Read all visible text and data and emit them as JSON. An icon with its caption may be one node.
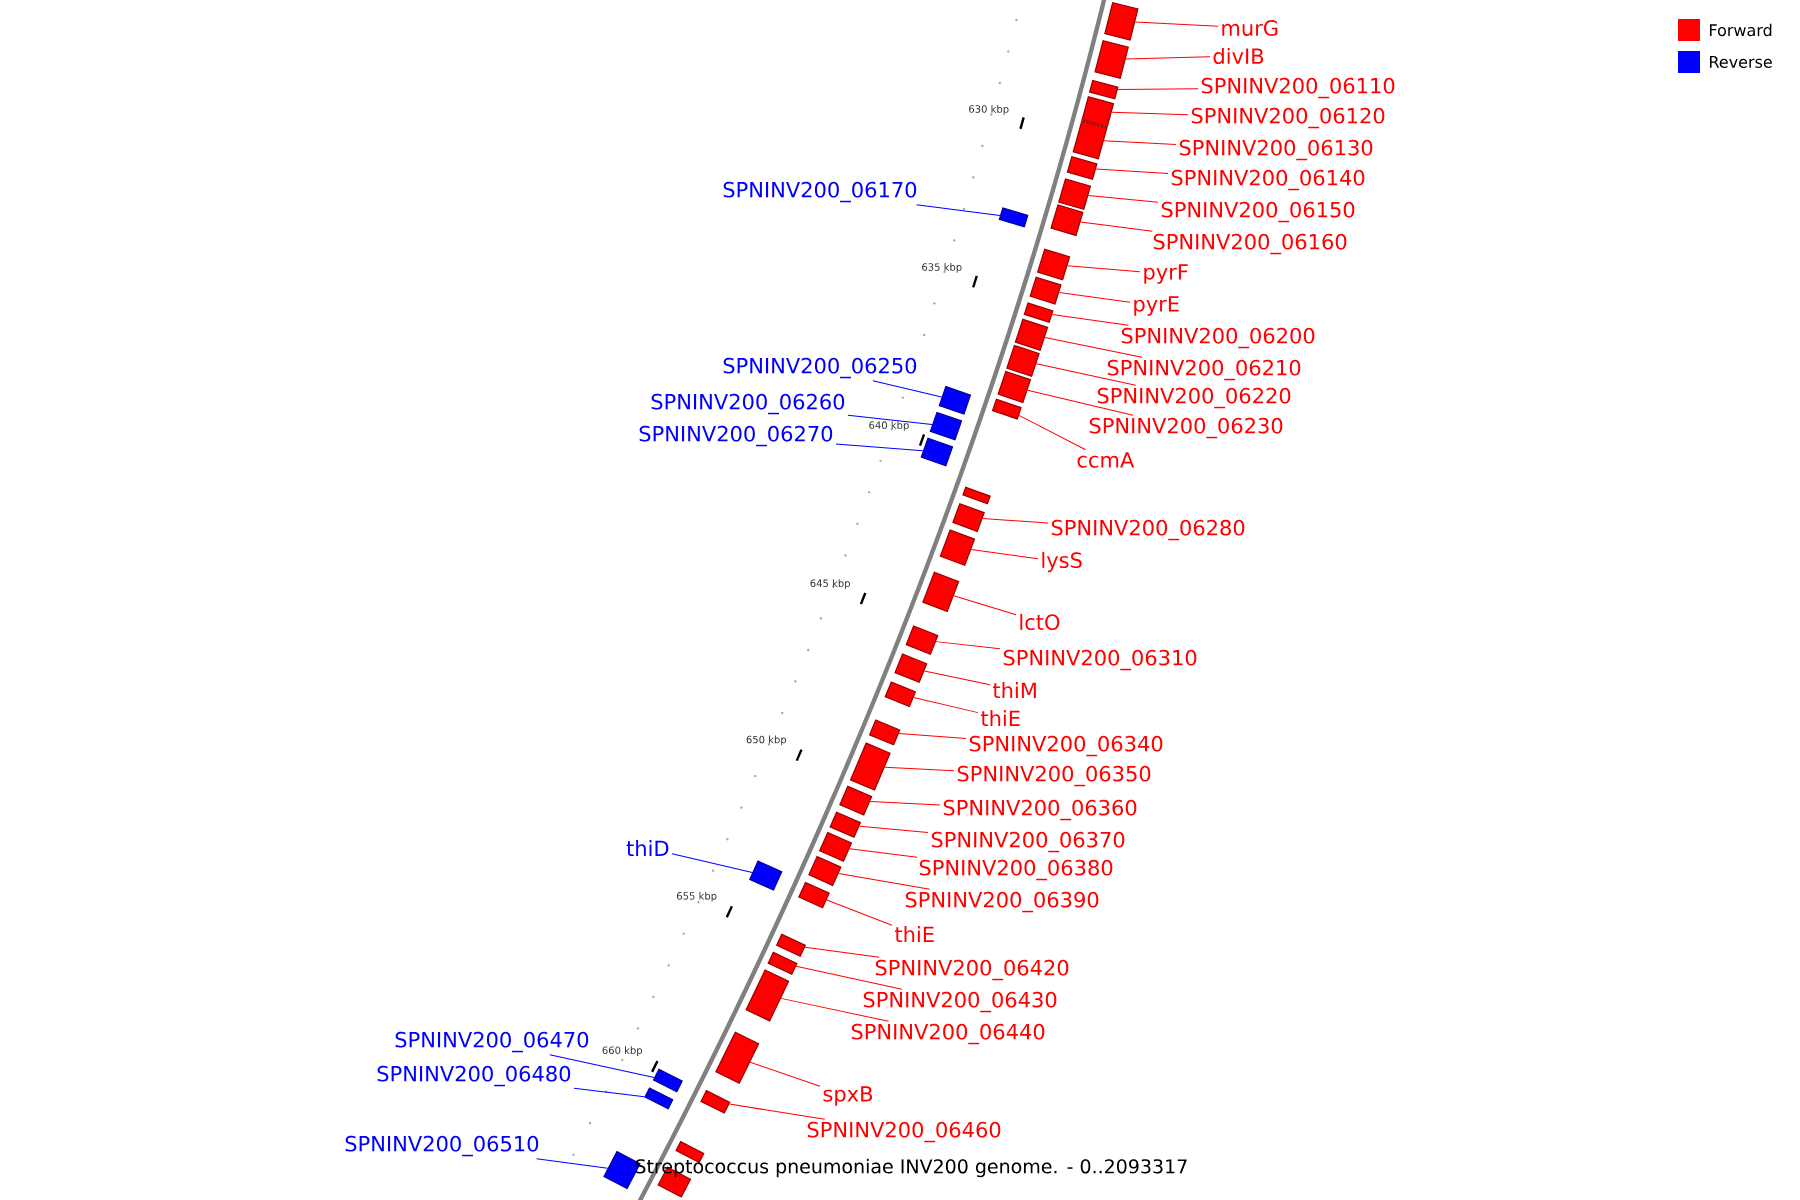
{
  "diagram": {
    "caption": "Streptococcus pneumoniae INV200 genome. - 0..2093317",
    "nodes": [
      {
        "text": [
          "murG"
        ]
      },
      {
        "text": [],
        "shape": "box"
      },
      {
        "text": [
          "divIB"
        ]
      },
      {
        "text": [],
        "shape": "box"
      },
      {
        "text": [
          "SPNINV200_06110"
        ]
      },
      {
        "text": [],
        "shape": "box"
      },
      {
        "text": [
          "SPNINV200_06120"
        ]
      },
      {
        "text": [],
        "shape": "box"
      },
      {
        "text": [
          "SPNINV200_06130"
        ]
      },
      {
        "text": [],
        "shape": "box"
      },
      {
        "text": [
          "SPNINV200_06140"
        ]
      },
      {
        "text": [],
        "shape": "box"
      },
      {
        "text": [
          "SPNINV200_06170"
        ]
      },
      {
        "text": [],
        "shape": "box"
      },
      {
        "text": [
          "SPNINV200_06150"
        ]
      },
      {
        "text": [],
        "shape": "box"
      },
      {
        "text": [
          "SPNINV200_06160"
        ]
      },
      {
        "text": [],
        "shape": "box"
      },
      {
        "text": [
          "pyrF"
        ]
      },
      {
        "text": [],
        "shape": "box"
      },
      {
        "text": [
          "pyrE"
        ]
      },
      {
        "text": [],
        "shape": "box"
      },
      {
        "text": [
          "SPNINV200_06200"
        ]
      },
      {
        "text": [],
        "shape": "box"
      },
      {
        "text": [
          "SPNINV200_06250"
        ]
      },
      {
        "text": [],
        "shape": "box"
      },
      {
        "text": [
          "SPNINV200_06210"
        ]
      },
      {
        "text": [],
        "shape": "box"
      },
      {
        "text": [
          "SPNINV200_06220"
        ]
      },
      {
        "text": [],
        "shape": "box"
      },
      {
        "text": [
          "SPNINV200_06260"
        ]
      },
      {
        "text": [],
        "shape": "box"
      },
      {
        "text": [
          "SPNINV200_06230"
        ]
      },
      {
        "text": [],
        "shape": "box"
      },
      {
        "text": [
          "SPNINV200_06270"
        ]
      },
      {
        "text": [],
        "shape": "box"
      },
      {
        "text": [
          "ccmA"
        ]
      },
      {
        "text": [],
        "shape": "box"
      },
      {
        "text": [
          "SPNINV200_06280"
        ]
      },
      {
        "text": [],
        "shape": "box"
      },
      {
        "text": [
          "lysS"
        ]
      },
      {
        "text": [],
        "shape": "box"
      },
      {
        "text": [
          "lctO"
        ]
      },
      {
        "text": [],
        "shape": "box"
      },
      {
        "text": [
          "SPNINV200_06310"
        ]
      },
      {
        "text": [],
        "shape": "box"
      },
      {
        "text": [
          "thiM"
        ]
      },
      {
        "text": [],
        "shape": "box"
      },
      {
        "text": [
          "thiE"
        ]
      },
      {
        "text": [],
        "shape": "box"
      },
      {
        "text": [
          "SPNINV200_06340"
        ]
      },
      {
        "text": [],
        "shape": "box"
      },
      {
        "text": [
          "SPNINV200_06350"
        ]
      },
      {
        "text": [],
        "shape": "box"
      },
      {
        "text": [
          "SPNINV200_06360"
        ]
      },
      {
        "text": [],
        "shape": "box"
      },
      {
        "text": [
          "SPNINV200_06370"
        ]
      },
      {
        "text": [],
        "shape": "box"
      },
      {
        "text": [
          "thiD"
        ]
      },
      {
        "text": [],
        "shape": "box"
      },
      {
        "text": [
          "SPNINV200_06380"
        ]
      },
      {
        "text": [],
        "shape": "box"
      },
      {
        "text": [
          "SPNINV200_06390"
        ]
      },
      {
        "text": [],
        "shape": "box"
      },
      {
        "text": [
          "thiE"
        ]
      },
      {
        "text": [],
        "shape": "box"
      },
      {
        "text": [
          "SPNINV200_06420"
        ]
      },
      {
        "text": [],
        "shape": "box"
      },
      {
        "text": [
          "SPNINV200_06430"
        ]
      },
      {
        "text": [],
        "shape": "box"
      },
      {
        "text": [
          "SPNINV200_06440"
        ]
      },
      {
        "text": [],
        "shape": "box"
      },
      {
        "text": [
          "SPNINV200_06470"
        ]
      },
      {
        "text": [],
        "shape": "box"
      },
      {
        "text": [
          "spxB"
        ]
      },
      {
        "text": [],
        "shape": "box"
      },
      {
        "text": [
          "SPNINV200_06480"
        ]
      },
      {
        "text": [],
        "shape": "box"
      },
      {
        "text": [
          "SPNINV200_06460"
        ]
      },
      {
        "text": [],
        "shape": "box"
      },
      {
        "text": [
          "SPNINV200_06510"
        ]
      },
      {
        "text": [],
        "shape": "box"
      },
      {
        "text": [],
        "shape": "box"
      },
      {
        "text": [],
        "shape": "box"
      },
      {
        "text": [],
        "shape": "box"
      }
    ],
    "edges": [
      {
        "from": 0,
        "to": 1,
        "arrow": "none"
      },
      {
        "from": 2,
        "to": 3,
        "arrow": "none"
      },
      {
        "from": 4,
        "to": 5,
        "arrow": "none"
      },
      {
        "from": 6,
        "to": 7,
        "arrow": "none"
      },
      {
        "from": 8,
        "to": 9,
        "arrow": "none"
      },
      {
        "from": 10,
        "to": 11,
        "arrow": "none"
      },
      {
        "from": 12,
        "to": 13,
        "arrow": "none",
        "color": "#0000ff"
      },
      {
        "from": 14,
        "to": 15,
        "arrow": "none"
      },
      {
        "from": 16,
        "to": 17,
        "arrow": "none"
      },
      {
        "from": 18,
        "to": 19,
        "arrow": "none"
      },
      {
        "from": 20,
        "to": 21,
        "arrow": "none"
      },
      {
        "from": 22,
        "to": 23,
        "arrow": "none"
      },
      {
        "from": 24,
        "to": 25,
        "arrow": "none",
        "color": "#0000ff"
      },
      {
        "from": 26,
        "to": 27,
        "arrow": "none"
      },
      {
        "from": 28,
        "to": 29,
        "arrow": "none"
      },
      {
        "from": 30,
        "to": 31,
        "arrow": "none",
        "color": "#0000ff"
      },
      {
        "from": 32,
        "to": 33,
        "arrow": "none"
      },
      {
        "from": 34,
        "to": 35,
        "arrow": "none",
        "color": "#0000ff"
      },
      {
        "from": 36,
        "to": 37,
        "arrow": "none"
      },
      {
        "from": 38,
        "to": 39,
        "arrow": "none"
      },
      {
        "from": 40,
        "to": 41,
        "arrow": "none"
      },
      {
        "from": 42,
        "to": 43,
        "arrow": "none"
      },
      {
        "from": 44,
        "to": 45,
        "arrow": "none"
      },
      {
        "from": 46,
        "to": 47,
        "arrow": "none"
      },
      {
        "from": 48,
        "to": 49,
        "arrow": "none"
      },
      {
        "from": 50,
        "to": 51,
        "arrow": "none"
      },
      {
        "from": 52,
        "to": 53,
        "arrow": "none"
      },
      {
        "from": 54,
        "to": 55,
        "arrow": "none"
      },
      {
        "from": 56,
        "to": 57,
        "arrow": "none"
      },
      {
        "from": 58,
        "to": 59,
        "arrow": "none",
        "color": "#0000ff"
      },
      {
        "from": 60,
        "to": 61,
        "arrow": "none"
      },
      {
        "from": 62,
        "to": 63,
        "arrow": "none"
      },
      {
        "from": 64,
        "to": 65,
        "arrow": "none"
      },
      {
        "from": 66,
        "to": 67,
        "arrow": "none"
      },
      {
        "from": 68,
        "to": 69,
        "arrow": "none"
      },
      {
        "from": 70,
        "to": 71,
        "arrow": "none"
      },
      {
        "from": 72,
        "to": 73,
        "arrow": "none",
        "color": "#0000ff"
      },
      {
        "from": 74,
        "to": 75,
        "arrow": "none"
      },
      {
        "from": 76,
        "to": 77,
        "arrow": "none",
        "color": "#0000ff"
      },
      {
        "from": 78,
        "to": 79,
        "arrow": "none"
      },
      {
        "from": 80,
        "to": 81,
        "arrow": "none",
        "color": "#0000ff"
      }
    ],
    "labels": [
      "630 kbp",
      "635 kbp",
      "640 kbp",
      "645 kbp",
      "650 kbp",
      "655 kbp",
      "660 kbp"
    ],
    "legend": [
      {
        "text": "Forward",
        "color": "#ff0000"
      },
      {
        "text": "Reverse",
        "color": "#0000ff"
      }
    ]
  }
}
